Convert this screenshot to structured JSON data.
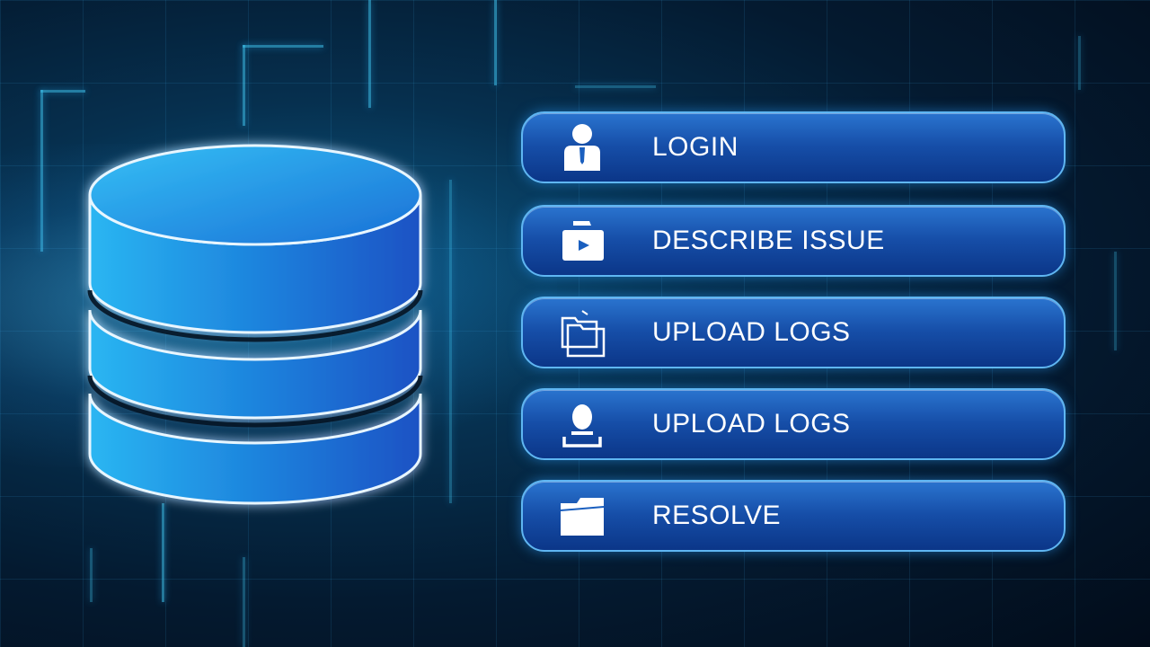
{
  "graphic": {
    "database_icon": "database-cylinder-icon",
    "accent_color": "#1e90e6",
    "background_color": "#041a30"
  },
  "menu": {
    "items": [
      {
        "label": "LOGIN",
        "icon": "user-icon"
      },
      {
        "label": "DESCRIBE ISSUE",
        "icon": "issue-folder-icon"
      },
      {
        "label": "UPLOAD LOGS",
        "icon": "folders-icon"
      },
      {
        "label": "UPLOAD LOGS",
        "icon": "upload-user-icon"
      },
      {
        "label": "RESOLVE",
        "icon": "folder-icon"
      }
    ]
  }
}
